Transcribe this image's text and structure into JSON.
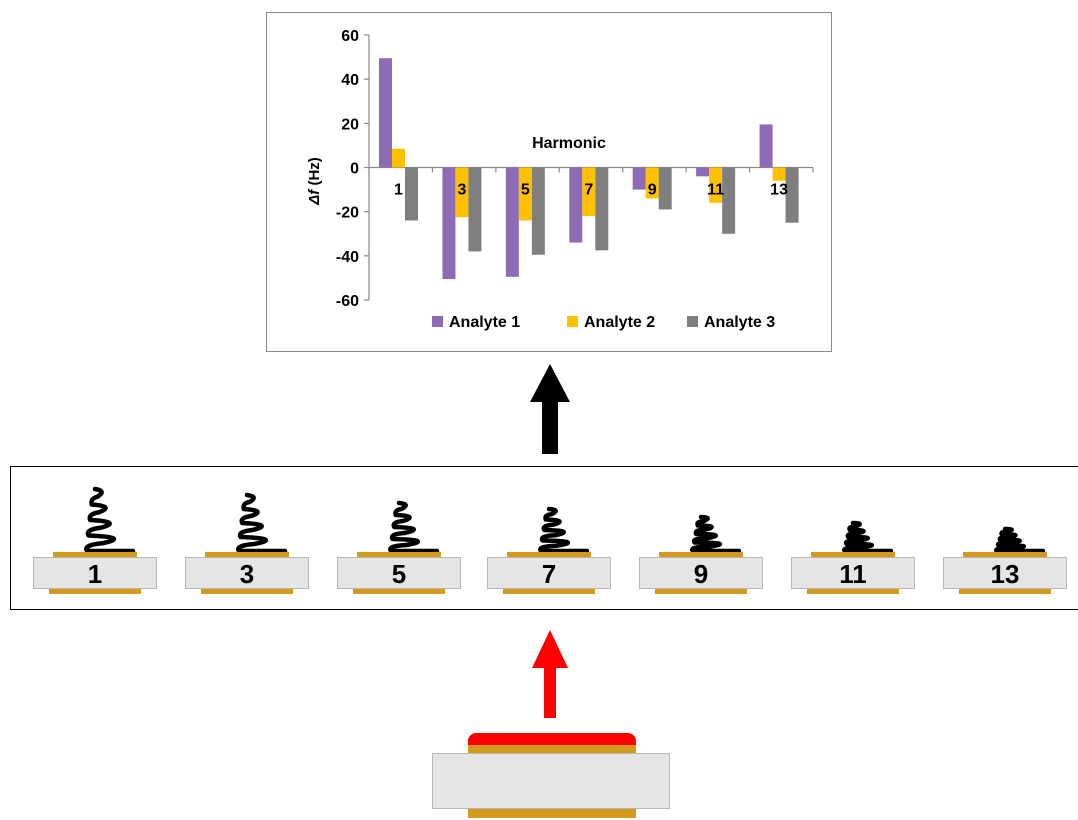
{
  "chart_data": {
    "type": "bar",
    "xlabel": "Harmonic",
    "ylabel_italic": "Δf",
    "ylabel_rest": " (Hz)",
    "categories": [
      "1",
      "3",
      "5",
      "7",
      "9",
      "11",
      "13"
    ],
    "ylim": [
      -60,
      60
    ],
    "yticks": [
      60,
      40,
      20,
      0,
      -20,
      -40,
      -60
    ],
    "grid": false,
    "legend_position": "bottom",
    "series": [
      {
        "name": "Analyte 1",
        "color": "#8E6BB5",
        "values": [
          49.5,
          -50.5,
          -49.5,
          -34,
          -10,
          -4,
          19.5
        ]
      },
      {
        "name": "Analyte 2",
        "color": "#FFC000",
        "values": [
          8.5,
          -22.5,
          -24,
          -22,
          -14,
          -16,
          -6
        ]
      },
      {
        "name": "Analyte 3",
        "color": "#7F7F7F",
        "values": [
          -24,
          -38,
          -39.5,
          -37.5,
          -19,
          -30,
          -25
        ]
      }
    ]
  },
  "crystals": {
    "labels": [
      "1",
      "3",
      "5",
      "7",
      "9",
      "11",
      "13"
    ]
  },
  "colors": {
    "electrode": "#D49A1E",
    "film": "#FF0000",
    "plate": "#E5E5E5",
    "black_arrow": "#000000",
    "red_arrow": "#FF0000"
  },
  "icons": {
    "standing_wave": "spring-coil-icon",
    "up_arrow": "arrow-up-icon"
  }
}
